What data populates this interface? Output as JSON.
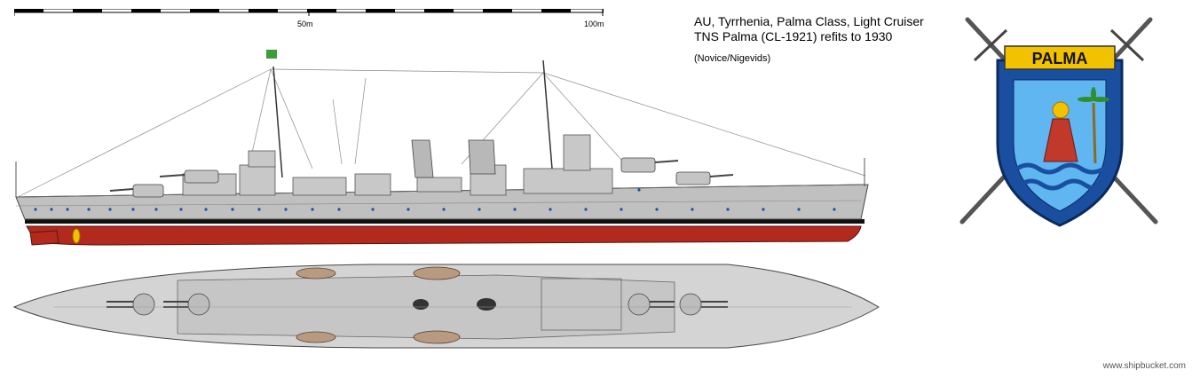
{
  "scale": {
    "mark_mid": "50m",
    "mark_end": "100m"
  },
  "title": {
    "line1": "AU, Tyrrhenia, Palma Class, Light Cruiser",
    "line2": "TNS Palma (CL-1921) refits to 1930",
    "credit": "(Novice/Nigevids)"
  },
  "crest": {
    "banner": "PALMA"
  },
  "watermark": "www.shipbucket.com",
  "colors": {
    "hull_grey": "#c0c0c0",
    "deck_grey": "#d4d4d4",
    "waterline_red": "#b22a1e",
    "boot_black": "#101010",
    "crest_blue": "#1a4fa0",
    "crest_banner": "#f2c200"
  }
}
